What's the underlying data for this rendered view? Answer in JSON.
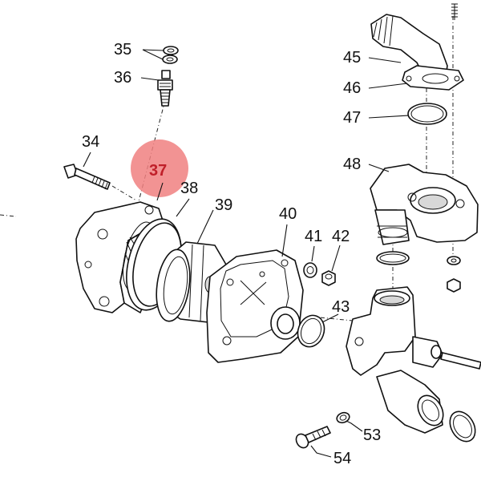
{
  "callouts": [
    {
      "id": "34",
      "label": "34"
    },
    {
      "id": "35",
      "label": "35"
    },
    {
      "id": "36",
      "label": "36"
    },
    {
      "id": "37",
      "label": "37",
      "highlighted": true
    },
    {
      "id": "38",
      "label": "38"
    },
    {
      "id": "39",
      "label": "39"
    },
    {
      "id": "40",
      "label": "40"
    },
    {
      "id": "41",
      "label": "41"
    },
    {
      "id": "42",
      "label": "42"
    },
    {
      "id": "43",
      "label": "43"
    },
    {
      "id": "45",
      "label": "45"
    },
    {
      "id": "46",
      "label": "46"
    },
    {
      "id": "47",
      "label": "47"
    },
    {
      "id": "48",
      "label": "48"
    },
    {
      "id": "53",
      "label": "53"
    },
    {
      "id": "54",
      "label": "54"
    }
  ],
  "colors": {
    "highlight_fill": "#f08080",
    "highlight_text": "#c0202a",
    "line": "#111111"
  }
}
